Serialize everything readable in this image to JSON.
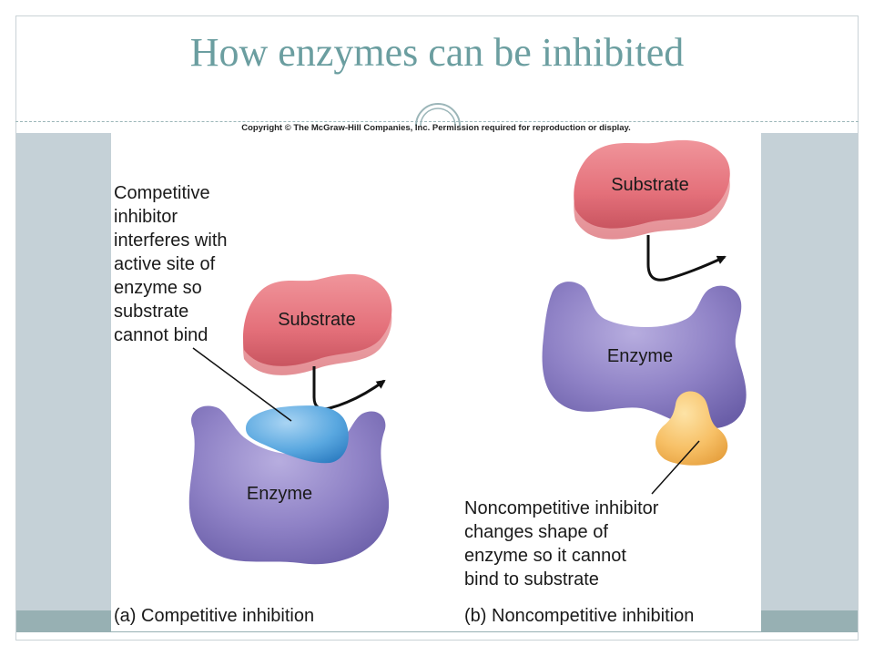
{
  "slide": {
    "title": "How enzymes can be inhibited",
    "copyright": "Copyright © The McGraw-Hill Companies, Inc. Permission required for reproduction or display."
  },
  "panel_a": {
    "description_lines": [
      "Competitive",
      "inhibitor",
      "interferes with",
      "active site of",
      "enzyme so",
      "substrate",
      "cannot bind"
    ],
    "substrate_label": "Substrate",
    "enzyme_label": "Enzyme",
    "caption": "(a) Competitive inhibition"
  },
  "panel_b": {
    "substrate_label": "Substrate",
    "enzyme_label": "Enzyme",
    "description_lines": [
      "Noncompetitive inhibitor",
      "changes shape of",
      "enzyme so it cannot",
      "bind to substrate"
    ],
    "caption": "(b) Noncompetitive inhibition"
  },
  "colors": {
    "title": "#6b9ea0",
    "substrate": "#e4707a",
    "enzyme": "#8f82c6",
    "competitive_inhibitor": "#5aa8e0",
    "noncompetitive_inhibitor": "#f7c066",
    "side_band": "#c5d1d7",
    "bottom_band": "#97b0b3"
  }
}
